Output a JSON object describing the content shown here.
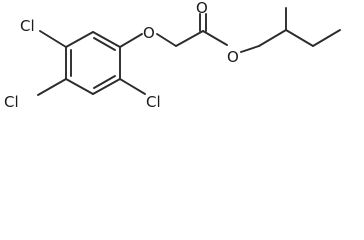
{
  "molecule": {
    "atoms": {
      "cl_top": "Cl",
      "cl_left": "Cl",
      "cl_bottom": "Cl",
      "o_ether": "O",
      "o_carbonyl": "O",
      "o_ester": "O"
    }
  }
}
